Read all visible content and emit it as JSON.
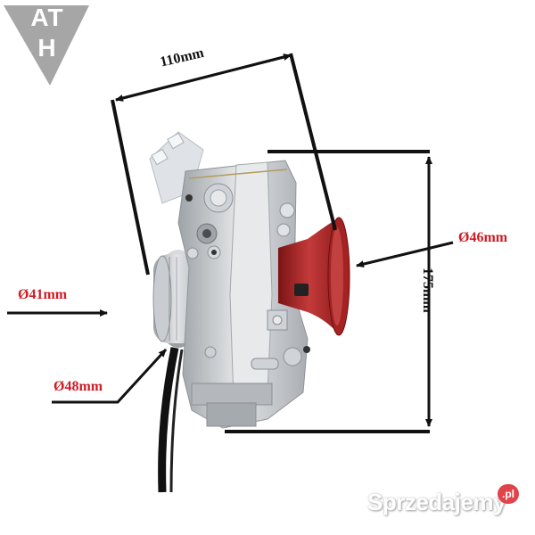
{
  "logo": {
    "line1": "AT",
    "line2": "H",
    "shape": "inverted-triangle",
    "color": "#a6a6a6"
  },
  "product": {
    "name": "carburetor",
    "body_color": "#c8cbcf",
    "velocity_stack_color": "#b02a2a",
    "hose_color": "#111111"
  },
  "dimensions": {
    "width": "110mm",
    "height": "175mm",
    "velocity_stack_diameter": "Ø46mm",
    "inlet_diameter": "Ø41mm",
    "outlet_diameter": "Ø48mm"
  },
  "colors": {
    "dimension_text_red": "#d01c24",
    "dimension_text_black": "#111111",
    "lines": "#111111"
  },
  "watermark": {
    "text": "Sprzedajemy",
    "badge": ".pl",
    "badge_color": "#e0444a"
  }
}
